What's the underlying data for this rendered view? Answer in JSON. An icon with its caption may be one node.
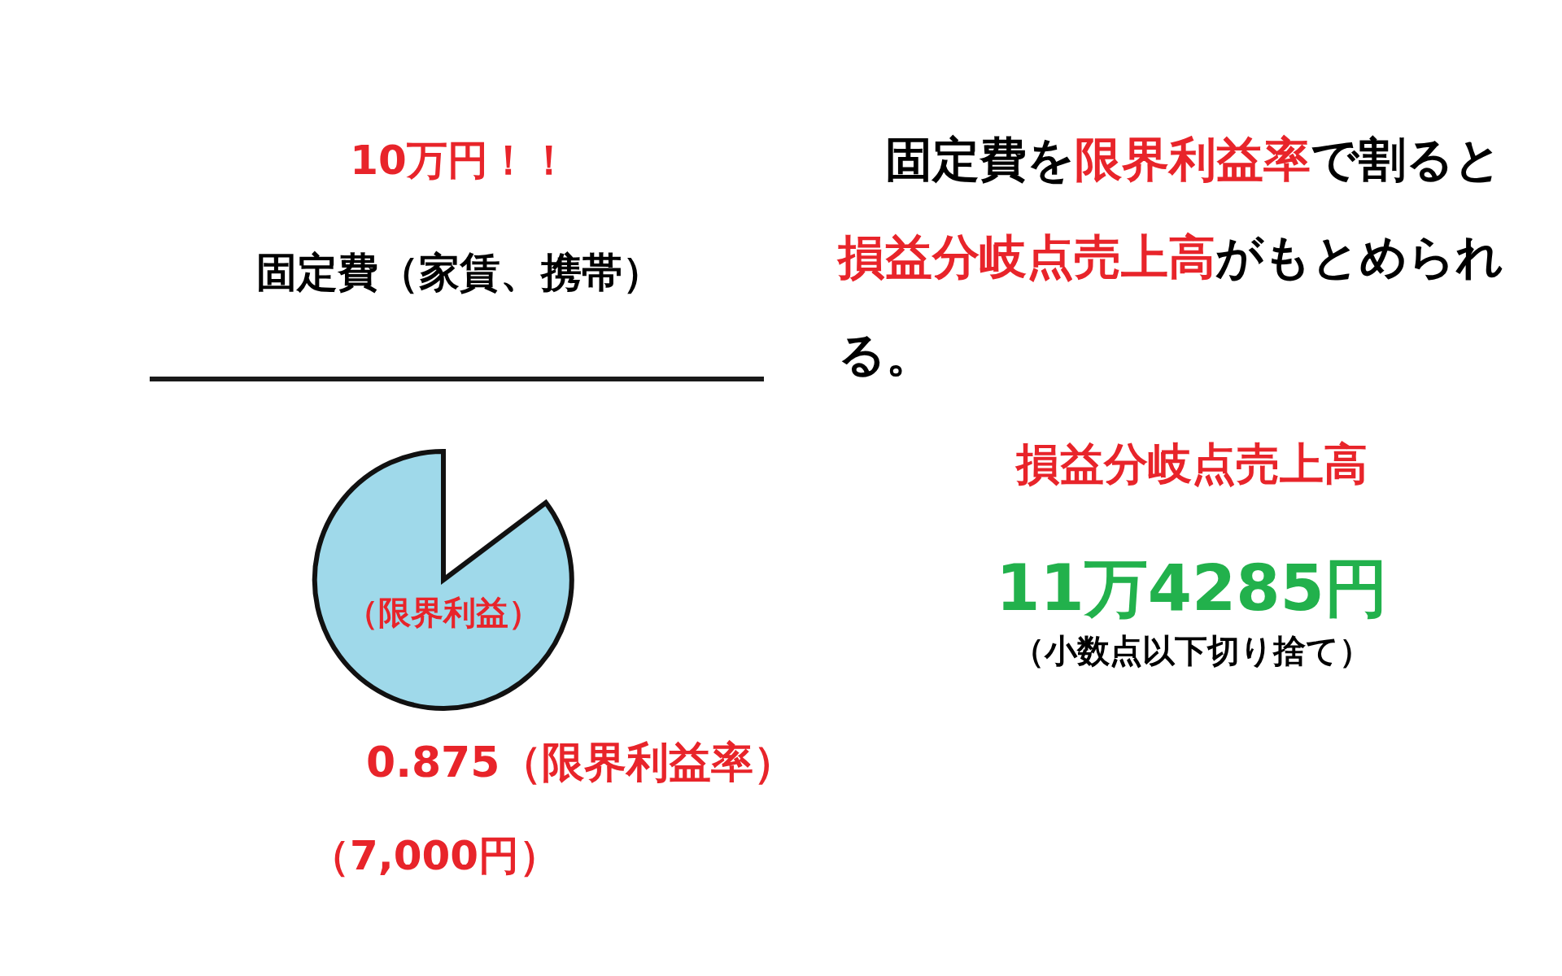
{
  "diagram": {
    "nodes": [
      {
        "text": [
          "（限界利益）"
        ]
      }
    ],
    "labels": [
      "10万円！！",
      "固定費（家賃、携帯）",
      "0.875（限界利益率）",
      "（7,000円）",
      "固定費を**限界利益率**で割ると**損益分岐点売上高**がもとめられる。",
      "損益分岐点売上高",
      "11万4285円",
      "（小数点以下切り捨て）"
    ]
  }
}
